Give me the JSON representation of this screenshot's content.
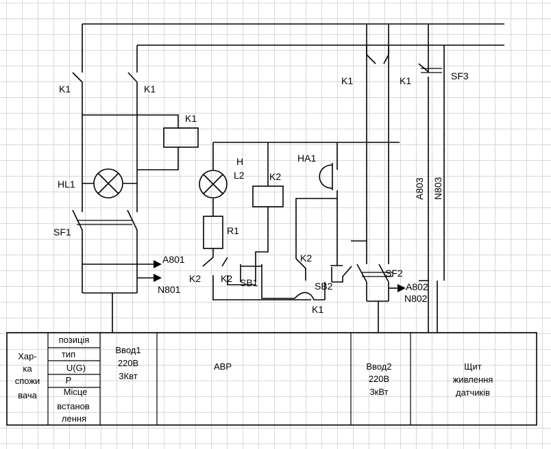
{
  "labels": {
    "k1_a": "K1",
    "k1_b": "K1",
    "k1_coil": "K1",
    "k1_c": "K1",
    "k1_d": "K1",
    "k1_bottom": "K1",
    "sf3": "SF3",
    "sf1": "SF1",
    "sf2": "SF2",
    "hl1": "HL1",
    "hl2_a": "H",
    "hl2_b": "L2",
    "ha1": "HA1",
    "k2_coil": "K2",
    "k2_a": "K2",
    "k2_b": "K2",
    "k2_c": "K2",
    "r1": "R1",
    "sb1": "SB1",
    "sb2": "SB2",
    "a801": "A801",
    "n801": "N801",
    "a802": "A802",
    "n802": "N802",
    "a803": "A803",
    "n803": "N803"
  },
  "table": {
    "header": [
      "Хар-",
      "ка",
      "спожи",
      "вача"
    ],
    "params": [
      "позиція",
      "тип",
      "U(G)",
      "P",
      "Місце",
      "встанов",
      "лення"
    ],
    "col1": [
      "Ввод1",
      "220В",
      "3Квт"
    ],
    "col2": "АВР",
    "col3": [
      "Ввод2",
      "220В",
      "3кВт"
    ],
    "col4": [
      "Щит",
      "живлення",
      "датчиків"
    ]
  },
  "colors": {
    "line": "#000000",
    "grid": "#d7d7d7",
    "background": "#ffffff"
  }
}
